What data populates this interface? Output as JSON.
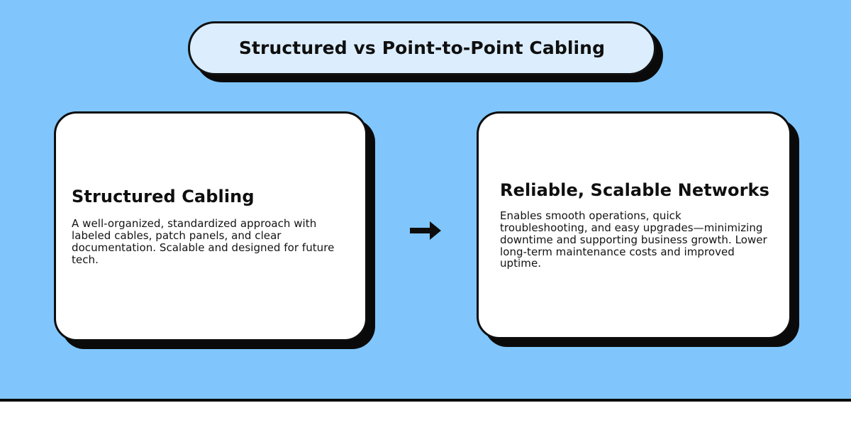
{
  "theme": {
    "background_blue": "#80C6FC",
    "pill_fill": "#DCEDFE",
    "card_fill": "#FFFFFF",
    "outline": "#0D0D0D",
    "shadow": "#0A0A0A",
    "text": "#0F0F0F",
    "bottom_band": "#FFFFFF"
  },
  "header": {
    "title": "Structured vs Point-to-Point Cabling"
  },
  "cards": [
    {
      "id": "structured-cabling",
      "heading": "Structured Cabling",
      "body": "A well-organized, standardized approach with labeled cables, patch panels, and clear documentation. Scalable and designed for future tech."
    },
    {
      "id": "reliable-scalable-networks",
      "heading": "Reliable, Scalable Networks",
      "body": "Enables smooth operations, quick troubleshooting, and easy upgrades—minimizing downtime and supporting business growth. Lower long-term maintenance costs and improved uptime."
    }
  ],
  "connector": {
    "icon": "arrow-right-icon",
    "direction": "right",
    "from": "structured-cabling",
    "to": "reliable-scalable-networks"
  }
}
